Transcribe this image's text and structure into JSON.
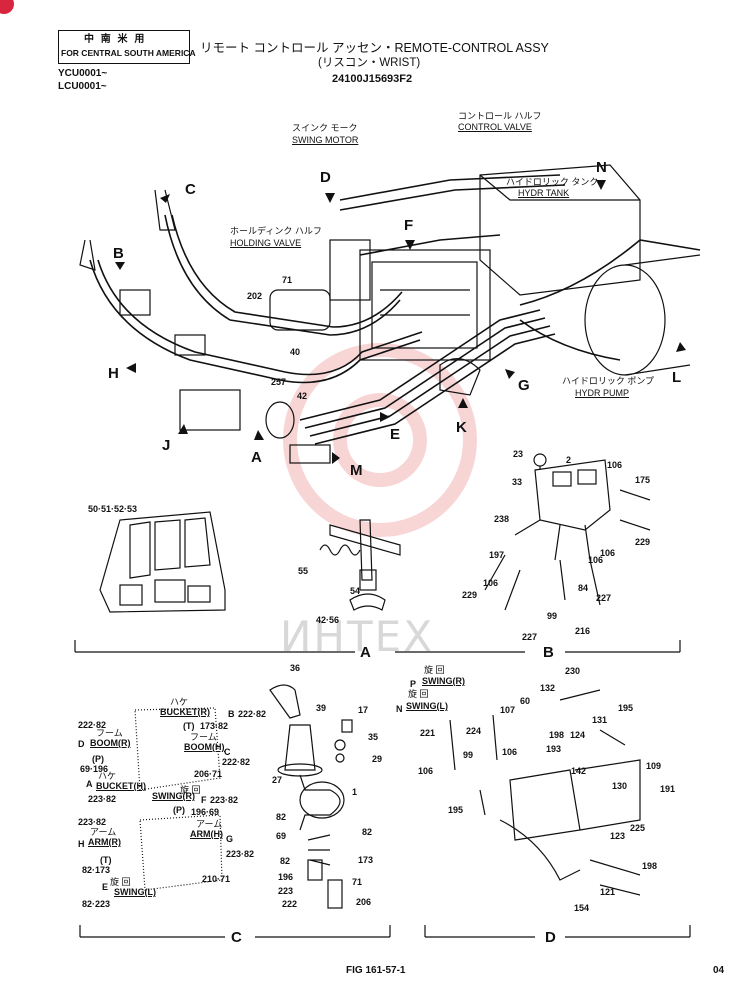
{
  "header": {
    "region_jp": "中 南 米 用",
    "region_en": "FOR CENTRAL SOUTH AMERICA",
    "title": "リモート コントロール アッセン・REMOTE-CONTROL ASSY",
    "subtitle": "(リスコン・WRIST)",
    "serial_1": "YCU0001~",
    "serial_2": "LCU0001~",
    "part_no": "24100J15693F2"
  },
  "watermark": "ИНТЕХ",
  "top_callouts": {
    "swing_motor_jp": "スインク モーク",
    "swing_motor": "SWING MOTOR",
    "control_valve_jp": "コントロール ハルフ",
    "control_valve": "CONTROL VALVE",
    "hydr_tank_jp": "ハイドロリック タンク",
    "hydr_tank": "HYDR TANK",
    "holding_valve_jp": "ホールディンク ハルフ",
    "holding_valve": "HOLDING VALVE",
    "hydr_pump_jp": "ハイドロリック ポンプ",
    "hydr_pump": "HYDR PUMP"
  },
  "arrow_letters": [
    "A",
    "B",
    "C",
    "D",
    "E",
    "F",
    "G",
    "H",
    "J",
    "K",
    "L",
    "M",
    "N"
  ],
  "main_numbers": [
    "71",
    "202",
    "40",
    "257",
    "42"
  ],
  "view_a": {
    "cab_label": "50·51·52·53",
    "parts": [
      "55",
      "54",
      "42·56"
    ],
    "caption": "A"
  },
  "view_b": {
    "parts": [
      "23",
      "2",
      "106",
      "175",
      "33",
      "238",
      "197",
      "229",
      "106",
      "106",
      "84",
      "227",
      "229",
      "106",
      "99",
      "227",
      "216"
    ],
    "caption": "B"
  },
  "view_c": {
    "labels": {
      "bucket_r_kana": "ハケ",
      "bucket_r": "BUCKET(R)",
      "b_code": "B",
      "b_nums": "222·82",
      "t_top": "(T)",
      "t_nums": "173·82",
      "d_nums": "222·82",
      "d_code": "D",
      "boom_r_kana": "フーム",
      "boom_r": "BOOM(R)",
      "boom_h_kana": "フーム",
      "boom_h": "BOOM(H)",
      "c_code": "C",
      "c_nums": "222·82",
      "p_left": "(P)",
      "p_left_nums": "69·196",
      "a_code": "A",
      "bucket_h_kana": "ハケ",
      "bucket_h": "BUCKET(H)",
      "a_nums": "223·82",
      "mid_nums": "206·71",
      "swing_r_kana": "旋 回",
      "swing_r": "SWING(R)",
      "f_code": "F",
      "f_nums": "223·82",
      "p_right": "(P)",
      "p_right_nums": "196·69",
      "arm_r_kana": "アーム",
      "arm_r": "ARM(R)",
      "h_code": "H",
      "h_nums": "223·82",
      "arm_h_kana": "アーム",
      "arm_h": "ARM(H)",
      "g_code": "G",
      "g_nums": "223·82",
      "t_bot": "(T)",
      "t_bot_nums": "82·173",
      "bot_nums": "210·71",
      "swing_l_kana": "旋 回",
      "swing_l": "SWING(L)",
      "e_code": "E",
      "e_nums": "82·223"
    },
    "parts": [
      "36",
      "39",
      "17",
      "35",
      "29",
      "27",
      "1",
      "82",
      "69",
      "82",
      "82",
      "173",
      "196",
      "223",
      "71",
      "222",
      "206"
    ],
    "caption": "C"
  },
  "view_d": {
    "swing_r_kana": "旋 回",
    "swing_r": "SWING(R)",
    "p_code": "P",
    "swing_l_kana": "旋 回",
    "swing_l": "SWING(L)",
    "n_code": "N",
    "parts": [
      "230",
      "132",
      "60",
      "195",
      "107",
      "131",
      "198",
      "124",
      "193",
      "221",
      "224",
      "106",
      "99",
      "106",
      "142",
      "109",
      "195",
      "130",
      "191",
      "123",
      "225",
      "121",
      "198",
      "154"
    ],
    "caption": "D"
  },
  "footer": {
    "fig": "FIG 161-57-1",
    "page": "04"
  }
}
